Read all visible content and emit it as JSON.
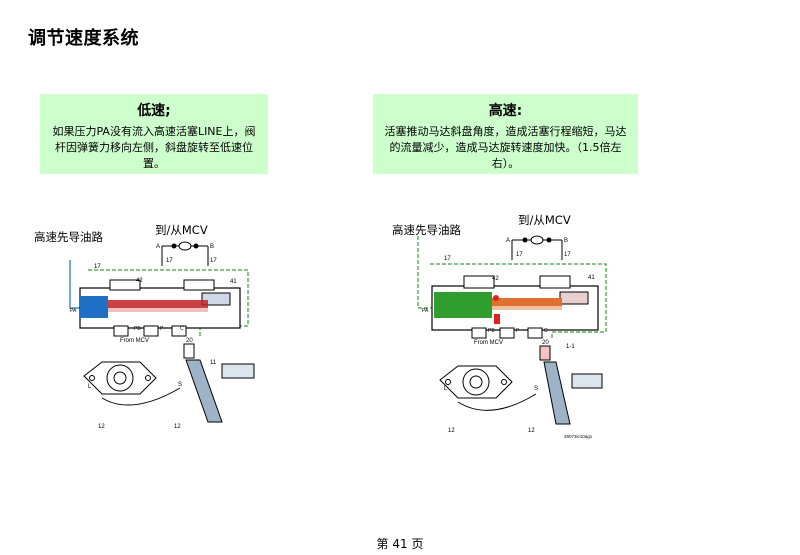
{
  "title": "调节速度系统",
  "low": {
    "heading": "低速;",
    "body": "如果压力PA没有流入高速活塞LINE上，阀杆因弹簧力移向左侧，斜盘旋转至低速位置。",
    "label_pilot": "高速先导油路",
    "label_mcv": "到/从MCV",
    "marks": {
      "a": "A",
      "b": "B",
      "n17": "17",
      "n42": "42",
      "n41": "41",
      "pa": "PA",
      "pb": "PB",
      "p": "P",
      "c": "C",
      "from_mcv": "From MCV",
      "n20": "20",
      "n11": "11",
      "n12": "12",
      "l": "L",
      "s": "S"
    }
  },
  "high": {
    "heading": "高速:",
    "body": "活塞推动马达斜盘角度，造成活塞行程缩短，马达的流量减少，造成马达旋转速度加快。（1.5倍左右）。",
    "label_pilot": "高速先导油路",
    "label_mcv": "到/从MCV",
    "marks": {
      "a": "A",
      "b": "B",
      "n17": "17",
      "n42": "42",
      "n41": "41",
      "pa": "PA",
      "pb": "PB",
      "p": "P",
      "c": "C",
      "from_mcv": "From MCV",
      "n20": "20",
      "n11": "1-1",
      "n12": "12",
      "l": "L",
      "s": "S",
      "code": "29073ic10ag1"
    }
  },
  "footer": "第 41 页",
  "colors": {
    "note_bg": "#ccffcc",
    "pilot_line": "#4a8fc8",
    "return_line": "#3aa03a",
    "low_spool": "#1f6fc4",
    "high_spool": "#2f9e2f",
    "pressure": "#e0201a"
  }
}
